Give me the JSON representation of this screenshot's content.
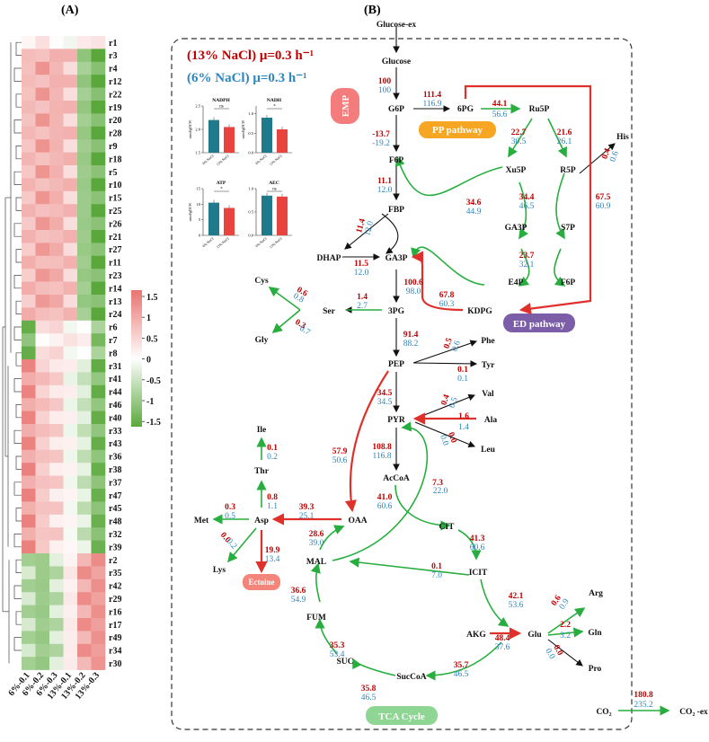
{
  "panels": {
    "a": "(A)",
    "b": "(B)"
  },
  "heatmap": {
    "rows": [
      "r1",
      "r3",
      "r4",
      "r12",
      "r22",
      "r19",
      "r20",
      "r28",
      "r9",
      "r18",
      "r5",
      "r10",
      "r15",
      "r25",
      "r26",
      "r21",
      "r27",
      "r11",
      "r23",
      "r14",
      "r13",
      "r24",
      "r6",
      "r7",
      "r8",
      "r31",
      "r41",
      "r44",
      "r46",
      "r40",
      "r33",
      "r43",
      "r36",
      "r38",
      "r37",
      "r47",
      "r45",
      "r48",
      "r32",
      "r39",
      "r2",
      "r35",
      "r42",
      "r29",
      "r16",
      "r17",
      "r49",
      "r34",
      "r30"
    ],
    "columns": [
      "6%-0.1",
      "6%-0.2",
      "6%-0.3",
      "13%-0.1",
      "13%-0.2",
      "13%-0.3"
    ],
    "legend_ticks": [
      "1.5",
      "1",
      "0.5",
      "0",
      "-0.5",
      "-1",
      "-1.5"
    ],
    "colors": {
      "high": "#e8736f",
      "mid": "#ffffff",
      "low": "#5aa83c"
    }
  },
  "titles": {
    "cond13": "(13% NaCl) μ=0.3 h⁻¹",
    "cond6": "(6% NaCl) μ=0.3 h⁻¹"
  },
  "pathways": {
    "emp": "EMP",
    "pp": "PP pathway",
    "ed": "ED pathway",
    "tca": "TCA Cycle",
    "ectoine": "Ectoine"
  },
  "pathway_colors": {
    "emp": "#f47c7c",
    "pp": "#f6a623",
    "ed": "#7b5ea7",
    "tca": "#8fd694",
    "ectoine": "#f4857b"
  },
  "metabolites": {
    "glucose_ex": "Glucose-ex",
    "glucose": "Glucose",
    "g6p": "G6P",
    "f6p": "F6P",
    "fbp": "FBP",
    "dhap": "DHAP",
    "ga3p": "GA3P",
    "pg3": "3PG",
    "pep": "PEP",
    "pyr": "PYR",
    "accoa": "AcCoA",
    "oaa": "OAA",
    "cit": "CIT",
    "icit": "ICIT",
    "akg": "AKG",
    "succoa": "SucCoA",
    "suc": "SUC",
    "fum": "FUM",
    "mal": "MAL",
    "pg6": "6PG",
    "ru5p": "Ru5P",
    "xu5p": "Xu5P",
    "r5p": "R5P",
    "ga3p2": "GA3P",
    "s7p": "S7P",
    "e4p": "E4P",
    "f6p2": "F6P",
    "kdpg": "KDPG",
    "his": "His",
    "cys": "Cys",
    "ser": "Ser",
    "gly": "Gly",
    "phe": "Phe",
    "tyr": "Tyr",
    "val": "Val",
    "ala": "Ala",
    "leu": "Leu",
    "ile": "Ile",
    "thr": "Thr",
    "asp": "Asp",
    "met": "Met",
    "lys": "Lys",
    "glu": "Glu",
    "arg": "Arg",
    "gln": "Gln",
    "pro": "Pro",
    "co2": "CO₂",
    "co2ex": "CO₂ -ex"
  },
  "fluxes": {
    "glc": [
      "100",
      "100"
    ],
    "g6p_6pg": [
      "111.4",
      "116.9"
    ],
    "g6p_f6p": [
      "-13.7",
      "-19.2"
    ],
    "pg6_ru5p": [
      "44.1",
      "56.6"
    ],
    "ru5p_xu5p": [
      "22.7",
      "30.5"
    ],
    "ru5p_r5p": [
      "21.6",
      "26.1"
    ],
    "his": [
      "0.4",
      "0.6"
    ],
    "f6p_fbp": [
      "11.1",
      "12.0"
    ],
    "tk": [
      "34.6",
      "44.9"
    ],
    "ta1": [
      "34.4",
      "46.5"
    ],
    "ta2": [
      "23.7",
      "32.1"
    ],
    "edd": [
      "67.5",
      "60.9"
    ],
    "fbp_dhap": [
      "11.4",
      "12.0"
    ],
    "dhap_ga3p": [
      "11.5",
      "12.0"
    ],
    "kdpg_ga3p": [
      "67.8",
      "60.3"
    ],
    "ga3p_3pg": [
      "100.6",
      "98.0"
    ],
    "cys": [
      "0.6",
      "0.8"
    ],
    "ser": [
      "1.4",
      "2.7"
    ],
    "gly": [
      "0.3",
      "0.7"
    ],
    "pg3_pep": [
      "91.4",
      "88.2"
    ],
    "phe": [
      "0.5",
      "0.6"
    ],
    "tyr": [
      "0.1",
      "0.1"
    ],
    "pep_pyr": [
      "34.5",
      "34.5"
    ],
    "val": [
      "0.4",
      "0.5"
    ],
    "ala": [
      "1.6",
      "1.4"
    ],
    "leu": [
      "0.0",
      "0.0"
    ],
    "pep_oaa": [
      "57.9",
      "50.6"
    ],
    "pyr_accoa": [
      "108.8",
      "116.8"
    ],
    "pyr_mal": [
      "7.3",
      "22.0"
    ],
    "cs": [
      "41.0",
      "60.6"
    ],
    "acn": [
      "41.3",
      "60.6"
    ],
    "icl": [
      "0.1",
      "7.0"
    ],
    "idh": [
      "42.1",
      "53.6"
    ],
    "gdh": [
      "48.4",
      "37.6"
    ],
    "arg": [
      "0.6",
      "0.9"
    ],
    "gln": [
      "2.2",
      "3.2"
    ],
    "pro": [
      "0.0",
      "0.0"
    ],
    "kgdh": [
      "35.7",
      "46.5"
    ],
    "scs": [
      "35.8",
      "46.5"
    ],
    "sdh": [
      "35.3",
      "53.4"
    ],
    "fum": [
      "36.6",
      "54.9"
    ],
    "mdh": [
      "28.6",
      "39.0"
    ],
    "oaa_asp": [
      "39.3",
      "25.1"
    ],
    "ile": [
      "0.1",
      "0.2"
    ],
    "thr": [
      "0.8",
      "1.1"
    ],
    "met": [
      "0.3",
      "0.5"
    ],
    "lys": [
      "0.0",
      "0.2"
    ],
    "ectoine": [
      "19.9",
      "13.4"
    ],
    "co2": [
      "180.8",
      "235.2"
    ]
  },
  "insets": [
    {
      "title": "NADPH",
      "sig": "ns",
      "ylabel": "umol/gDCW",
      "ticks": [
        "1.5",
        "2.0",
        "2.5"
      ],
      "cats": [
        "6% NaCl",
        "13% NaCl"
      ],
      "values": [
        2.2,
        2.05
      ],
      "ylim": [
        1.5,
        2.5
      ]
    },
    {
      "title": "NADH",
      "sig": "*",
      "ylabel": "umol/gDCW",
      "ticks": [
        "0.0",
        "0.5",
        "1.0"
      ],
      "cats": [
        "6% NaCl",
        "13% NaCl"
      ],
      "values": [
        0.9,
        0.6
      ],
      "ylim": [
        0.0,
        1.2
      ]
    },
    {
      "title": "ATP",
      "sig": "*",
      "ylabel": "umol/gDCW",
      "ticks": [
        "0",
        "5",
        "10",
        "15"
      ],
      "cats": [
        "6% NaCl",
        "13% NaCl"
      ],
      "values": [
        10.5,
        8.8
      ],
      "ylim": [
        0,
        15
      ]
    },
    {
      "title": "AEC",
      "sig": "ns",
      "ylabel": "",
      "ticks": [
        "0.0",
        "0.5",
        "1.0"
      ],
      "cats": [
        "6% NaCl",
        "13% NaCl"
      ],
      "values": [
        0.85,
        0.83
      ],
      "ylim": [
        0.0,
        1.0
      ]
    }
  ],
  "colors": {
    "cond13": "#c00000",
    "cond6": "#2e86c1",
    "bar6": "#1f7a8c",
    "bar13": "#e8433f",
    "flux_green": "#27ae3f",
    "flux_red": "#e0302b"
  }
}
